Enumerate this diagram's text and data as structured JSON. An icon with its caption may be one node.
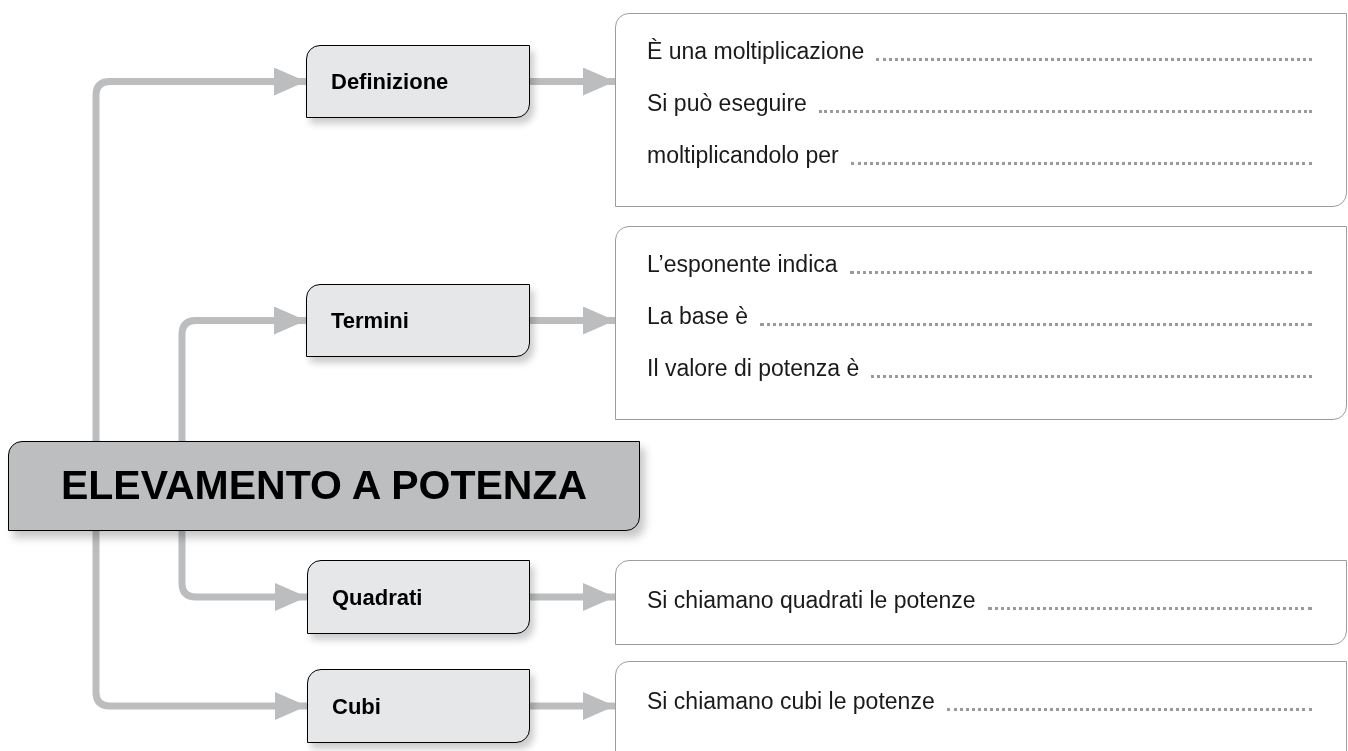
{
  "diagram": {
    "nodes": [
      {
        "text": [
          "ELEVAMENTO A POTENZA"
        ]
      },
      {
        "text": [
          "Definizione"
        ]
      },
      {
        "text": [
          "È una moltiplicazione",
          "Si può eseguire",
          "moltiplicandolo per"
        ]
      },
      {
        "text": [
          "Termini"
        ]
      },
      {
        "text": [
          "L’esponente indica",
          "La base è",
          "Il valore di potenza è"
        ]
      },
      {
        "text": [
          "Quadrati"
        ]
      },
      {
        "text": [
          "Si chiamano quadrati le potenze"
        ]
      },
      {
        "text": [
          "Cubi"
        ]
      },
      {
        "text": [
          "Si chiamano cubi le potenze"
        ]
      }
    ],
    "edges": [
      {
        "from": 0,
        "to": 1,
        "arrow": "to"
      },
      {
        "from": 1,
        "to": 2,
        "arrow": "to"
      },
      {
        "from": 0,
        "to": 3,
        "arrow": "to"
      },
      {
        "from": 3,
        "to": 4,
        "arrow": "to"
      },
      {
        "from": 0,
        "to": 5,
        "arrow": "to"
      },
      {
        "from": 5,
        "to": 6,
        "arrow": "to"
      },
      {
        "from": 0,
        "to": 7,
        "arrow": "to"
      },
      {
        "from": 7,
        "to": 8,
        "arrow": "to"
      }
    ]
  }
}
